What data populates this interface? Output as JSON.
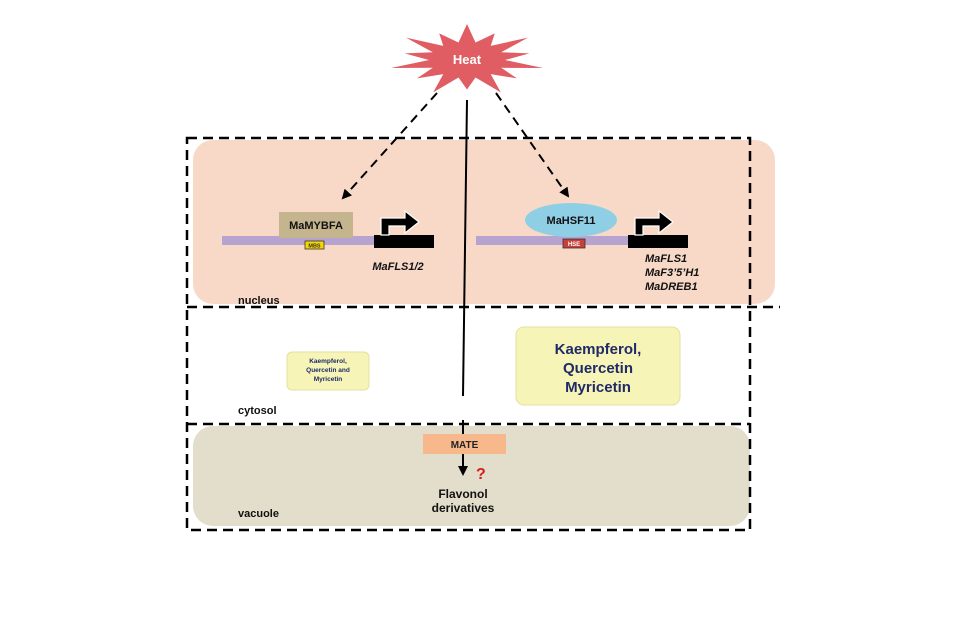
{
  "stimulus": {
    "label": "Heat",
    "color": "#e05d63"
  },
  "compartments": {
    "nucleus": {
      "label": "nucleus",
      "color": "#f8d9c8"
    },
    "cytosol": {
      "label": "cytosol",
      "color": "#ffffff"
    },
    "vacuole": {
      "label": "vacuole",
      "color": "#e2decb"
    }
  },
  "left_module": {
    "tf_label": "MaMYBFA",
    "tf_color": "#c4b58e",
    "motif_label": "MBS",
    "motif_color": "#f7d600",
    "target_gene": "MaFLS1/2"
  },
  "right_module": {
    "tf_label": "MaHSF11",
    "tf_color": "#8ecfe6",
    "motif_label": "HSE",
    "motif_color": "#c8403a",
    "target_genes": [
      "MaFLS1",
      "MaF3’5’H1",
      "MaDREB1"
    ]
  },
  "flavonols_small": [
    "Kaempferol,",
    "Quercetin and",
    "Myricetin"
  ],
  "flavonols_large": [
    "Kaempferol,",
    "Quercetin",
    "Myricetin"
  ],
  "flavonol_color": "#f7f4b8",
  "flavonol_text_color": "#1f2a66",
  "transporter": {
    "label": "MATE",
    "color": "#f7b98c"
  },
  "unknown_mark": "?",
  "unknown_color": "#d0201b",
  "product": [
    "Flavonol",
    "derivatives"
  ],
  "dna_color": "#b6a3cf"
}
